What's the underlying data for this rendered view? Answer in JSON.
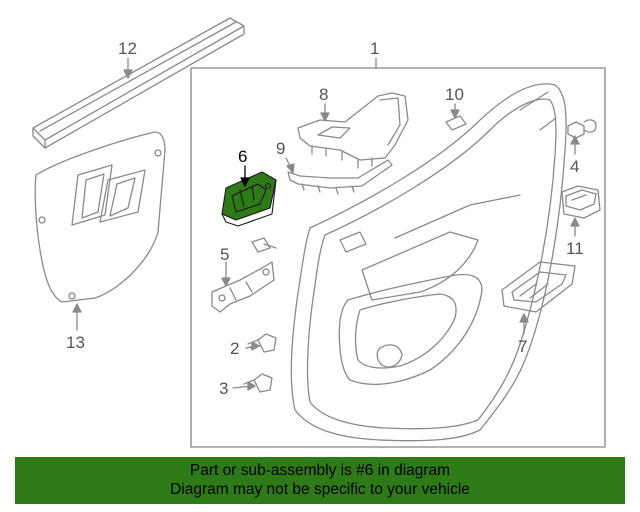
{
  "diagram": {
    "highlight_color": "#2d7a17",
    "callouts": {
      "c1": "1",
      "c2": "2",
      "c3": "3",
      "c4": "4",
      "c5": "5",
      "c6": "6",
      "c7": "7",
      "c8": "8",
      "c9": "9",
      "c10": "10",
      "c11": "11",
      "c12": "12",
      "c13": "13"
    }
  },
  "banner": {
    "line1": "Part or sub-assembly is #6 in diagram",
    "line2": "Diagram may not be specific to your vehicle"
  }
}
